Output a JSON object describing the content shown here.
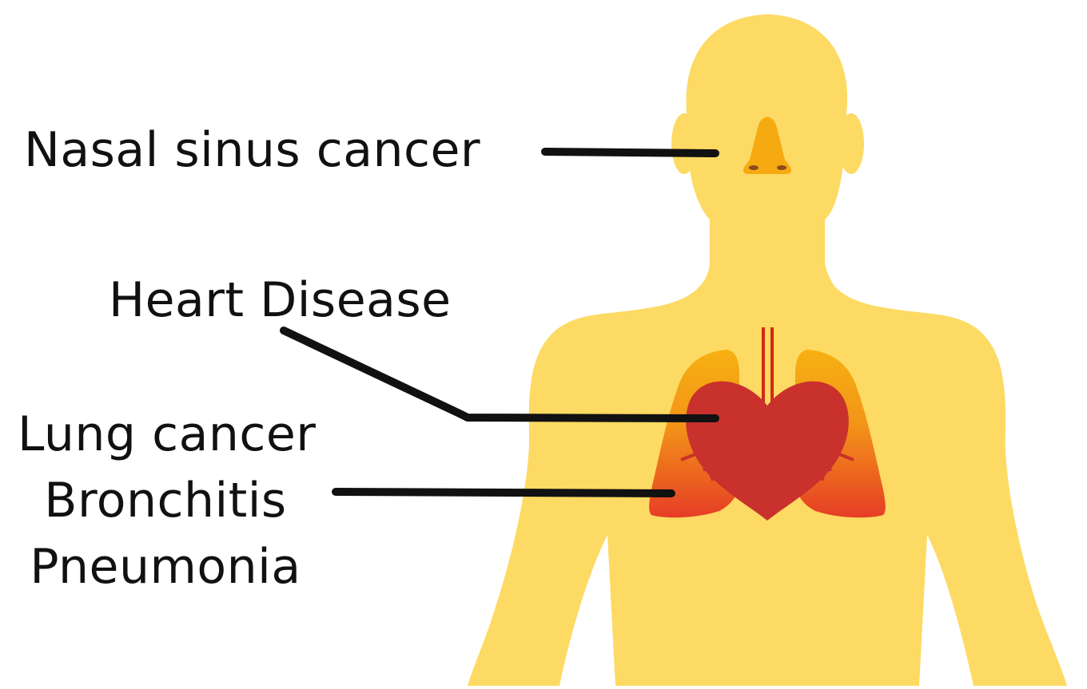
{
  "labels": {
    "nasal": "Nasal sinus cancer",
    "heart": "Heart Disease",
    "lung_group": [
      "Lung cancer",
      "Bronchitis",
      "Pneumonia"
    ]
  },
  "colors": {
    "skin": "#FDDA63",
    "nose": "#F6AA12",
    "nostril": "#8B4A20",
    "heart": "#C9312C",
    "lung_top": "#F4A613",
    "lung_bottom": "#E63D26",
    "vessel": "#D12A12",
    "leader_line": "#111111"
  },
  "icons": [
    "human-silhouette-icon",
    "nose-icon",
    "heart-icon",
    "lungs-icon",
    "trachea-icon"
  ]
}
